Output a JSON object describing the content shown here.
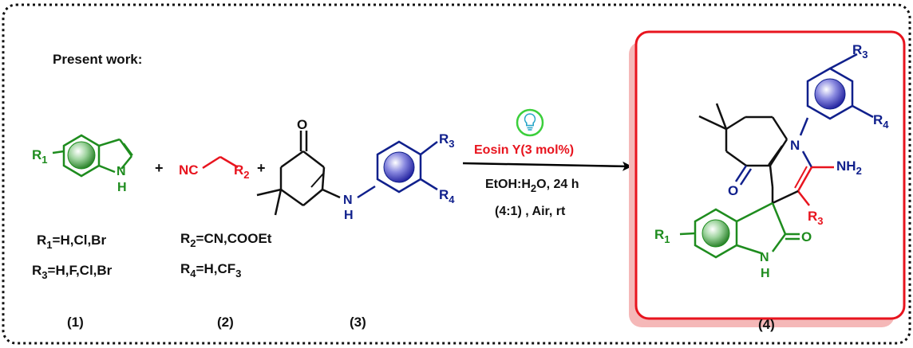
{
  "heading": "Present work:",
  "colors": {
    "green": "#1e8c1e",
    "navy": "#10208c",
    "red": "#e8141e",
    "black": "#000000",
    "product_box": "#e8141e",
    "product_shadow": "#f5b8b8"
  },
  "reactant1": {
    "r_label": "R",
    "r_sub": "1",
    "nh": "N",
    "nh_h": "H",
    "conditions_line1": {
      "text": "R",
      "sub": "1",
      "rest": "=H,Cl,Br"
    },
    "conditions_line2": {
      "text": "R",
      "sub": "3",
      "rest": "=H,F,Cl,Br"
    },
    "number": "(1)"
  },
  "plus1": "+",
  "reactant2": {
    "nc": "NC",
    "r_label": "R",
    "r_sub": "2",
    "conditions_line1": {
      "text": "R",
      "sub": "2",
      "rest": "=CN,COOEt"
    },
    "conditions_line2": {
      "text": "R",
      "sub": "4",
      "rest": "=H,CF",
      "rest_sub": "3"
    },
    "number": "(2)"
  },
  "plus2": "+",
  "reactant3": {
    "o": "O",
    "nh": "N",
    "nh_h": "H",
    "r3": "R",
    "r3_sub": "3",
    "r4": "R",
    "r4_sub": "4",
    "number": "(3)"
  },
  "reaction": {
    "icon": "lightbulb-icon",
    "catalyst": "Eosin Y(3 mol%)",
    "solvent_a": "EtOH:H",
    "solvent_sub": "2",
    "solvent_b": "O, 24 h",
    "ratio": "(4:1) , Air,  rt"
  },
  "product": {
    "o1": "O",
    "o2": "O",
    "n": "N",
    "nh": "N",
    "nh_h": "H",
    "nh2": "NH",
    "nh2_sub": "2",
    "r1": "R",
    "r1_sub": "1",
    "r3a": "R",
    "r3a_sub": "3",
    "r3b": "R",
    "r3b_sub": "3",
    "r4": "R",
    "r4_sub": "4",
    "number": "(4)"
  }
}
